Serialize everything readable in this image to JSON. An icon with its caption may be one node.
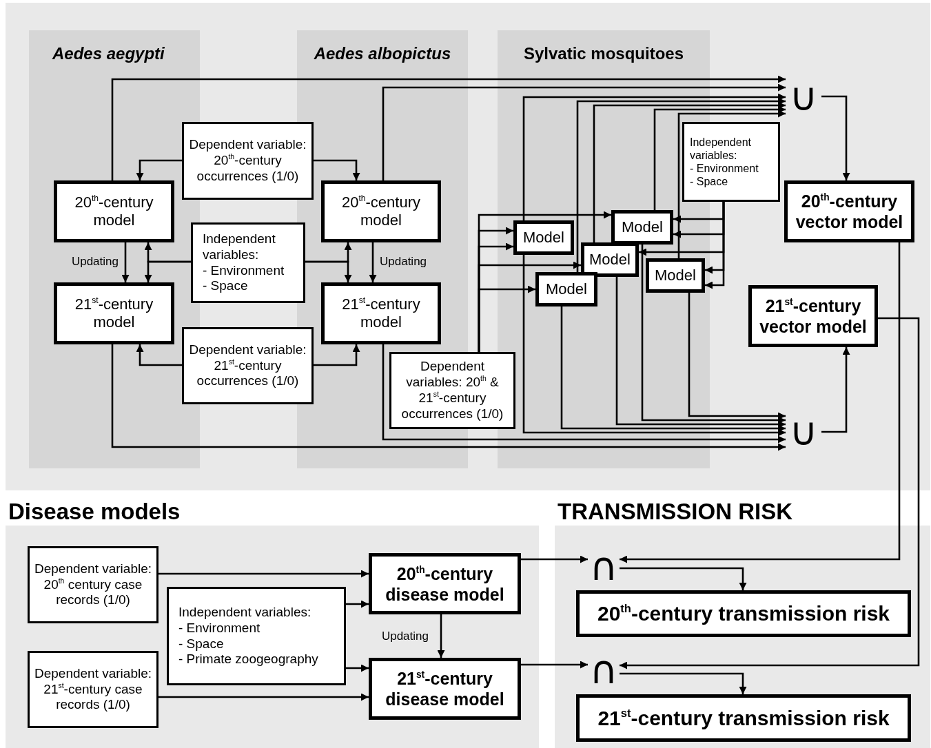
{
  "diagram": {
    "nodes": [
      {
        "text": [
          "Aedes aegypti"
        ]
      },
      {
        "text": [
          "20$^{th}$-century model"
        ],
        "in": 0
      },
      {
        "text": [
          "21$^{st}$-century model"
        ],
        "in": 0
      },
      {
        "text": [
          "Dependent variable: 20$^{th}$-century occurrences (1/0)"
        ]
      },
      {
        "text": [
          "Independent variables:",
          "- Environment",
          "- Space"
        ]
      },
      {
        "text": [
          "Dependent variable: 21$^{st}$-century occurrences (1/0)"
        ]
      },
      {
        "text": [
          "Aedes albopictus"
        ]
      },
      {
        "text": [
          "20$^{th}$-century model"
        ],
        "in": 6
      },
      {
        "text": [
          "21$^{st}$-century model"
        ],
        "in": 6
      },
      {
        "text": [
          "Sylvatic mosquitoes"
        ]
      },
      {
        "text": [
          "Dependent variables: 20$^{th}$ & 21$^{st}$-century occurrences (1/0)"
        ]
      },
      {
        "text": [
          "Model"
        ],
        "in": 9
      },
      {
        "text": [
          "Model"
        ],
        "in": 9
      },
      {
        "text": [
          "Model"
        ],
        "in": 9
      },
      {
        "text": [
          "Model"
        ],
        "in": 9
      },
      {
        "text": [
          "Model"
        ],
        "in": 9
      },
      {
        "text": [
          "Independent variables:",
          "- Environment",
          "- Space"
        ]
      },
      {
        "text": [
          "∪"
        ]
      },
      {
        "text": [
          "20$^{th}$-century vector model"
        ]
      },
      {
        "text": [
          "21$^{st}$-century vector model"
        ]
      },
      {
        "text": [
          "∪"
        ]
      },
      {
        "text": [
          "Disease models"
        ]
      },
      {
        "text": [
          "Dependent variable: 20$^{th}$ century case records (1/0)"
        ],
        "in": 21
      },
      {
        "text": [
          "Independent variables:",
          "- Environment",
          "- Space",
          "- Primate zoogeography"
        ],
        "in": 21
      },
      {
        "text": [
          "Dependent variable: 21$^{st}$-century case records (1/0)"
        ],
        "in": 21
      },
      {
        "text": [
          "20$^{th}$-century disease model"
        ],
        "in": 21
      },
      {
        "text": [
          "21$^{st}$-century disease model"
        ],
        "in": 21
      },
      {
        "text": [
          "TRANSMISSION RISK"
        ]
      },
      {
        "text": [
          "∩"
        ],
        "in": 27
      },
      {
        "text": [
          "20$^{th}$-century transmission risk"
        ],
        "in": 27
      },
      {
        "text": [
          "∩"
        ],
        "in": 27
      },
      {
        "text": [
          "21$^{st}$-century transmission risk"
        ],
        "in": 27
      }
    ],
    "edges": [
      {
        "from": 3,
        "to": 1,
        "arrow": "to"
      },
      {
        "from": 3,
        "to": 7,
        "arrow": "to"
      },
      {
        "from": 4,
        "to": 1,
        "arrow": "to"
      },
      {
        "from": 4,
        "to": 2,
        "arrow": "to"
      },
      {
        "from": 4,
        "to": 7,
        "arrow": "to"
      },
      {
        "from": 4,
        "to": 8,
        "arrow": "to"
      },
      {
        "from": 1,
        "to": 2,
        "arrow": "to",
        "label": "Updating"
      },
      {
        "from": 7,
        "to": 8,
        "arrow": "to",
        "label": "Updating"
      },
      {
        "from": 5,
        "to": 2,
        "arrow": "to"
      },
      {
        "from": 5,
        "to": 8,
        "arrow": "to"
      },
      {
        "from": 1,
        "to": 17,
        "arrow": "to"
      },
      {
        "from": 7,
        "to": 17,
        "arrow": "to"
      },
      {
        "from": 2,
        "to": 20,
        "arrow": "to"
      },
      {
        "from": 8,
        "to": 20,
        "arrow": "to"
      },
      {
        "from": 11,
        "to": 17,
        "arrow": "to"
      },
      {
        "from": 12,
        "to": 17,
        "arrow": "to"
      },
      {
        "from": 13,
        "to": 17,
        "arrow": "to"
      },
      {
        "from": 14,
        "to": 17,
        "arrow": "to"
      },
      {
        "from": 15,
        "to": 17,
        "arrow": "to"
      },
      {
        "from": 11,
        "to": 20,
        "arrow": "to"
      },
      {
        "from": 12,
        "to": 20,
        "arrow": "to"
      },
      {
        "from": 13,
        "to": 20,
        "arrow": "to"
      },
      {
        "from": 14,
        "to": 20,
        "arrow": "to"
      },
      {
        "from": 15,
        "to": 20,
        "arrow": "to"
      },
      {
        "from": 10,
        "to": 13,
        "arrow": "to"
      },
      {
        "from": 10,
        "to": 11,
        "arrow": "to"
      },
      {
        "from": 10,
        "to": 11,
        "arrow": "to"
      },
      {
        "from": 10,
        "to": 12,
        "arrow": "to"
      },
      {
        "from": 10,
        "to": 14,
        "arrow": "to"
      },
      {
        "from": 16,
        "to": 13,
        "arrow": "to"
      },
      {
        "from": 16,
        "to": 13,
        "arrow": "to"
      },
      {
        "from": 16,
        "to": 12,
        "arrow": "to"
      },
      {
        "from": 16,
        "to": 15,
        "arrow": "to"
      },
      {
        "from": 16,
        "to": 15,
        "arrow": "to"
      },
      {
        "from": 17,
        "to": 18,
        "arrow": "to"
      },
      {
        "from": 20,
        "to": 19,
        "arrow": "to"
      },
      {
        "from": 22,
        "to": 25,
        "arrow": "to"
      },
      {
        "from": 23,
        "to": 25,
        "arrow": "to"
      },
      {
        "from": 23,
        "to": 26,
        "arrow": "to"
      },
      {
        "from": 24,
        "to": 26,
        "arrow": "to"
      },
      {
        "from": 25,
        "to": 26,
        "arrow": "to",
        "label": "Updating"
      },
      {
        "from": 25,
        "to": 28,
        "arrow": "to"
      },
      {
        "from": 26,
        "to": 30,
        "arrow": "to"
      },
      {
        "from": 18,
        "to": 28,
        "arrow": "to"
      },
      {
        "from": 19,
        "to": 30,
        "arrow": "to"
      },
      {
        "from": 28,
        "to": 29,
        "arrow": "to"
      },
      {
        "from": 30,
        "to": 31,
        "arrow": "to"
      }
    ]
  }
}
